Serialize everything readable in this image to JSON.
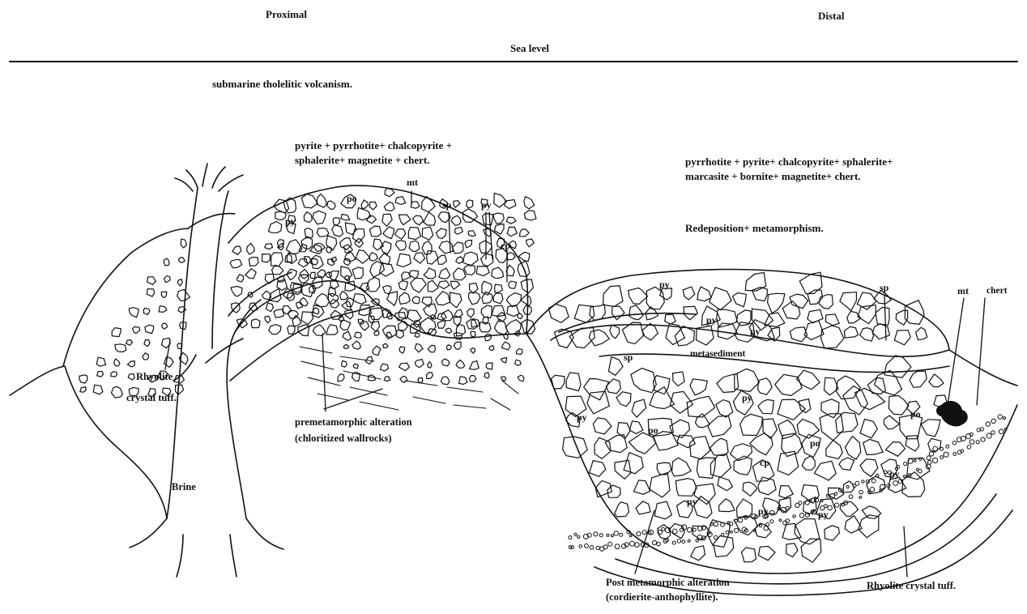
{
  "header": {
    "proximal": "Proximal",
    "distal": "Distal",
    "sea_level": "Sea level"
  },
  "captions": {
    "volcanism": "submarine tholelitic volcanism.",
    "proximal_assemblage_line1": "pyrite + pyrrhotite+ chalcopyrite +",
    "proximal_assemblage_line2": "sphalerite+ magnetite + chert.",
    "distal_assemblage_line1": "pyrrhotite + pyrite+ chalcopyrite+ sphalerite+",
    "distal_assemblage_line2": "marcasite + bornite+ magnetite+ chert.",
    "redeposition": "Redeposition+ metamorphism."
  },
  "labels": {
    "rhyolite_left_1": "Rhyolite",
    "rhyolite_left_2": "crystal tuff.",
    "brine": "Brine",
    "premeta_1": "premetamorphic alteration",
    "premeta_2": "(chloritized wallrocks)",
    "postmeta_1": "Post metamorphic alteration",
    "postmeta_2": "(cordierite-anthophyllite).",
    "rhyolite_right": "Rhyolite crystal tuff.",
    "metasediment": "metasediment",
    "chert": "chert"
  },
  "minerals": {
    "po": "po",
    "py": "py",
    "mt": "mt",
    "sp": "sp",
    "cp": "cp"
  },
  "style": {
    "ink": "#111111",
    "paper": "#ffffff"
  }
}
